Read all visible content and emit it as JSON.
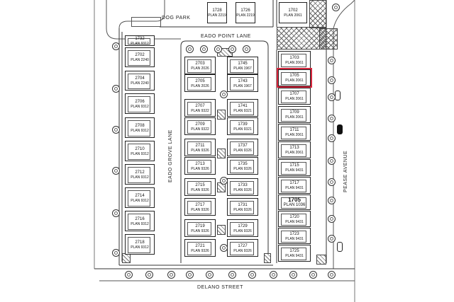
{
  "labels": {
    "dog_park": "DOG PARK",
    "eado_point_lane": "EADO POINT LANE",
    "eado_grove_lane": "EADO GROVE LANE",
    "delano_street": "DELANO STREET",
    "pease_avenue": "PEASE AVENUE"
  },
  "top_lots": [
    {
      "num": "1728",
      "plan": "PLAN 2219"
    },
    {
      "num": "1726",
      "plan": "PLAN 2219"
    },
    {
      "num": "1702",
      "plan": "PLAN 2061"
    }
  ],
  "west_column": [
    {
      "num": "1732",
      "plan": "PLAN 9312"
    },
    {
      "num": "2702",
      "plan": "PLAN 2240"
    },
    {
      "num": "2704",
      "plan": "PLAN 2240"
    },
    {
      "num": "2706",
      "plan": "PLAN 9312"
    },
    {
      "num": "2708",
      "plan": "PLAN 9312"
    },
    {
      "num": "2710",
      "plan": "PLAN 9312"
    },
    {
      "num": "2712",
      "plan": "PLAN 9312"
    },
    {
      "num": "2714",
      "plan": "PLAN 9312"
    },
    {
      "num": "2716",
      "plan": "PLAN 9312"
    },
    {
      "num": "2718",
      "plan": "PLAN 9312"
    }
  ],
  "center_left": [
    {
      "num": "2703",
      "plan": "PLAN 2026"
    },
    {
      "num": "2705",
      "plan": "PLAN 2026"
    },
    {
      "num": "2707",
      "plan": "PLAN 9322"
    },
    {
      "num": "2709",
      "plan": "PLAN 9322"
    },
    {
      "num": "2711",
      "plan": "PLAN 9326"
    },
    {
      "num": "2713",
      "plan": "PLAN 9326"
    },
    {
      "num": "2715",
      "plan": "PLAN 9326"
    },
    {
      "num": "2717",
      "plan": "PLAN 9326"
    },
    {
      "num": "2719",
      "plan": "PLAN 9326"
    },
    {
      "num": "2721",
      "plan": "PLAN 9326"
    }
  ],
  "center_right": [
    {
      "num": "1745",
      "plan": "PLAN 1967"
    },
    {
      "num": "1743",
      "plan": "PLAN 1967"
    },
    {
      "num": "1741",
      "plan": "PLAN 9321"
    },
    {
      "num": "1739",
      "plan": "PLAN 9321"
    },
    {
      "num": "1737",
      "plan": "PLAN 9326"
    },
    {
      "num": "1735",
      "plan": "PLAN 9326"
    },
    {
      "num": "1733",
      "plan": "PLAN 9326"
    },
    {
      "num": "1731",
      "plan": "PLAN 9326"
    },
    {
      "num": "1729",
      "plan": "PLAN 9326"
    },
    {
      "num": "1727",
      "plan": "PLAN 9326"
    }
  ],
  "east_column": [
    {
      "num": "1703",
      "plan": "PLAN 2061"
    },
    {
      "num": "1705",
      "plan": "PLAN 2061",
      "highlight": true
    },
    {
      "num": "1707",
      "plan": "PLAN 2061"
    },
    {
      "num": "1709",
      "plan": "PLAN 2061"
    },
    {
      "num": "1711",
      "plan": "PLAN 2061"
    },
    {
      "num": "1713",
      "plan": "PLAN 2061"
    },
    {
      "num": "1715",
      "plan": "PLAN 9431"
    },
    {
      "num": "1717",
      "plan": "PLAN 9431"
    },
    {
      "num": "1705",
      "plan": "PLAN 1036",
      "big": true
    },
    {
      "num": "1720",
      "plan": "PLAN 9431"
    },
    {
      "num": "1723",
      "plan": "PLAN 9431"
    },
    {
      "num": "1725",
      "plan": "PLAN 9431"
    }
  ],
  "colors": {
    "highlight": "#d7263d",
    "line": "#222222"
  }
}
